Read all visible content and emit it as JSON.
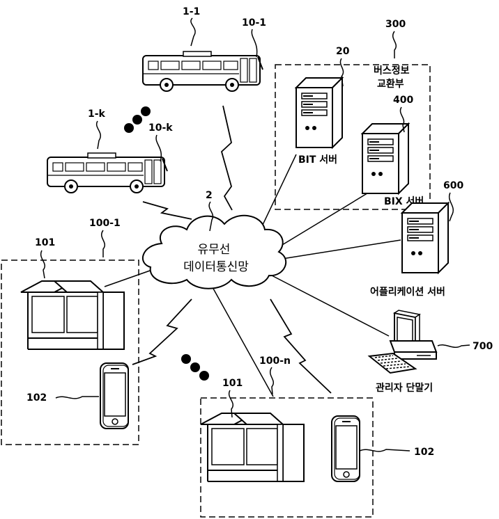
{
  "labels": {
    "bus1_ref": "1-1",
    "bus1_terminal": "10-1",
    "busk_ref": "1-k",
    "busk_terminal": "10-k",
    "network_ref": "2",
    "network_line1": "유무선",
    "network_line2": "데이터통신망",
    "exchange_ref": "300",
    "exchange_line1": "버스정보",
    "exchange_line2": "교환부",
    "bit_ref": "20",
    "bit_name": "BIT 서버",
    "bix_ref": "400",
    "bix_name": "BIX 서버",
    "app_ref": "600",
    "app_name": "어플리케이션 서버",
    "admin_ref": "700",
    "admin_name": "관리자 단말기",
    "stop1_ref": "100-1",
    "stopn_ref": "100-n",
    "shelter1_ref": "101",
    "phone1_ref": "102",
    "sheltern_ref": "101",
    "phonen_ref": "102"
  }
}
